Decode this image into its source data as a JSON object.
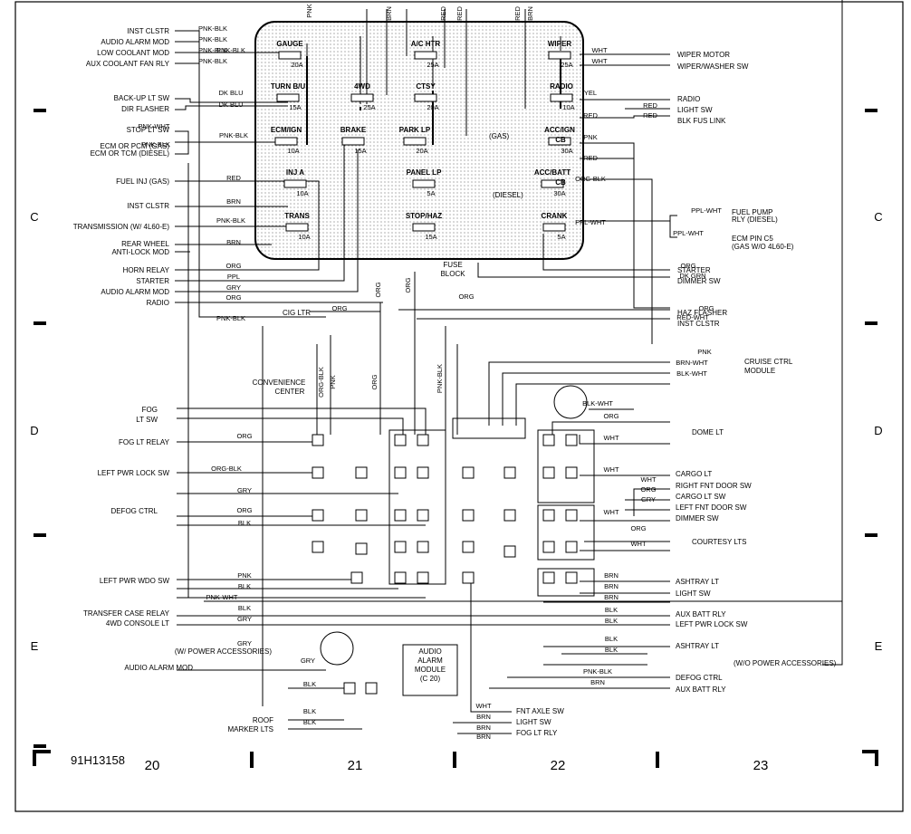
{
  "fuses": [
    {
      "name": "GAUGE",
      "amp": "20A"
    },
    {
      "name": "TURN B/U",
      "amp": "15A"
    },
    {
      "name": "ECM/IGN",
      "amp": "10A"
    },
    {
      "name": "INJ A",
      "amp": "10A"
    },
    {
      "name": "TRANS",
      "amp": "10A"
    },
    {
      "name": "4WD",
      "amp": "25A"
    },
    {
      "name": "BRAKE",
      "amp": "15A"
    },
    {
      "name": "A/C HTR",
      "amp": "25A"
    },
    {
      "name": "CTSY",
      "amp": "20A"
    },
    {
      "name": "PARK LP",
      "amp": "20A"
    },
    {
      "name": "PANEL LP",
      "amp": "5A"
    },
    {
      "name": "STOP/HAZ",
      "amp": "15A"
    },
    {
      "name": "WIPER",
      "amp": "25A"
    },
    {
      "name": "RADIO",
      "amp": "10A"
    },
    {
      "name": "ACC/IGN",
      "amp": "30A"
    },
    {
      "name": "ACC/BATT",
      "amp": "30A"
    },
    {
      "name": "CRANK",
      "amp": "5A"
    }
  ],
  "cb_label": "CB",
  "fuse_block_label": [
    "FUSE",
    "BLOCK"
  ],
  "gas_label": "(GAS)",
  "diesel_label": "(DIESEL)",
  "convenience_center": [
    "CONVENIENCE",
    "CENTER"
  ],
  "audio_alarm_module": [
    "AUDIO",
    "ALARM",
    "MODULE",
    "(C 20)"
  ],
  "left_components": [
    "INST CLSTR",
    "AUDIO ALARM MOD",
    "LOW COOLANT MOD",
    "AUX COOLANT FAN RLY",
    "BACK-UP LT SW",
    "DIR FLASHER",
    "STOP LT SW",
    "ECM OR PCM (GAS)",
    "ECM OR TCM (DIESEL)",
    "FUEL INJ (GAS)",
    "INST CLSTR",
    "TRANSMISSION (W/ 4L60-E)",
    "REAR WHEEL",
    "ANTI-LOCK MOD",
    "HORN RELAY",
    "STARTER",
    "AUDIO ALARM MOD",
    "RADIO",
    "FOG",
    "LT SW",
    "FOG LT RELAY",
    "LEFT PWR LOCK SW",
    "DEFOG CTRL",
    "LEFT PWR WDO SW",
    "TRANSFER CASE RELAY",
    "4WD CONSOLE LT",
    "(W/ POWER ACCESSORIES)",
    "AUDIO ALARM MOD",
    "ROOF",
    "MARKER LTS",
    "CIG LTR"
  ],
  "right_components": [
    "WIPER MOTOR",
    "WIPER/WASHER SW",
    "RADIO",
    "LIGHT SW",
    "BLK FUS LINK",
    "FUEL PUMP",
    "RLY (DIESEL)",
    "ECM PIN C5",
    "(GAS W/O 4L60-E)",
    "STARTER",
    "DIMMER SW",
    "HAZ FLASHER",
    "INST CLSTR",
    "CRUISE CTRL",
    "MODULE",
    "DOME LT",
    "CARGO LT",
    "RIGHT FNT DOOR SW",
    "CARGO LT SW",
    "LEFT FNT DOOR SW",
    "DIMMER SW",
    "COURTESY LTS",
    "ASHTRAY LT",
    "LIGHT SW",
    "AUX BATT RLY",
    "LEFT PWR LOCK SW",
    "ASHTRAY LT",
    "(W/O POWER ACCESSORIES)",
    "DEFOG CTRL",
    "AUX BATT RLY",
    "FNT AXLE SW",
    "LIGHT SW",
    "FOG LT RLY"
  ],
  "wire_labels": [
    "PNK-BLK",
    "PNK-BLK",
    "PNK-BLK",
    "PNK-BLK",
    "PNK-BLK",
    "DK BLU",
    "DK BLU",
    "PNK-WHT",
    "PNK-BLK",
    "PNK-BLK",
    "RED",
    "BRN",
    "PNK-BLK",
    "BRN",
    "ORG",
    "PPL",
    "GRY",
    "ORG",
    "ORG",
    "PNK-BLK",
    "WHT",
    "WHT",
    "YEL",
    "RED",
    "RED",
    "RED",
    "PNK",
    "RED",
    "ORG-BLK",
    "PPL-WHT",
    "PPL-WHT",
    "PPL-WHT",
    "ORG",
    "DK GRN",
    "ORG",
    "ORG",
    "RED-WHT",
    "PNK",
    "BRN-WHT",
    "BLK-WHT",
    "BLK-WHT",
    "ORG",
    "WHT",
    "WHT",
    "WHT",
    "ORG",
    "GRY",
    "WHT",
    "ORG",
    "WHT",
    "BRN",
    "BRN",
    "BRN",
    "BLK",
    "BLK",
    "BLK",
    "BLK",
    "PNK-BLK",
    "BRN",
    "GRY",
    "BLK",
    "ORG",
    "ORG-BLK",
    "GRY",
    "ORG",
    "BLK",
    "PNK",
    "BLK",
    "PNK-WHT",
    "BLK",
    "GRY",
    "GRY",
    "BLK",
    "BLK",
    "WHT",
    "BRN",
    "BRN",
    "BRN",
    "ORG-BLK",
    "PNK",
    "ORG",
    "PNK-BLK",
    "ORG",
    "ORG",
    "BRN",
    "RED",
    "RED",
    "BRN",
    "RED",
    "PNK"
  ],
  "columns": [
    "20",
    "21",
    "22",
    "23"
  ],
  "rows": [
    "C",
    "D",
    "E"
  ],
  "figure_id": "91H13158"
}
